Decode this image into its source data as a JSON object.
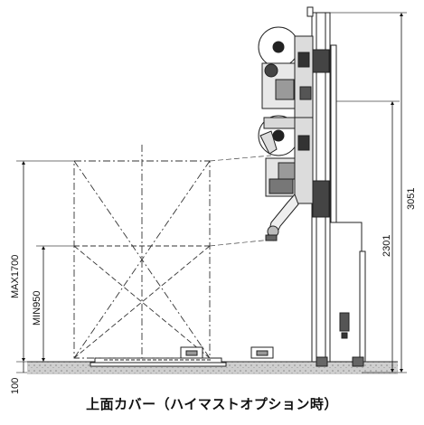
{
  "caption": "上面カバー（ハイマストオプション時）",
  "dimensions": {
    "max_height": "MAX1700",
    "min_height": "MIN950",
    "base": "100",
    "total_height": "3051",
    "mast_height": "2301"
  }
}
